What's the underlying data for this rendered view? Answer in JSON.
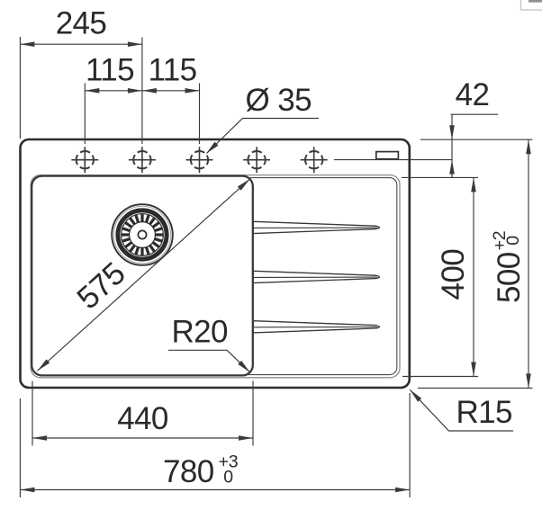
{
  "page": {
    "type": "technical-drawing",
    "subject": "kitchen sink top view with dimensions",
    "background": "#ffffff"
  },
  "labels": {
    "dim_245": "245",
    "dim_115_left": "115",
    "dim_115_right": "115",
    "hole_diameter": "Ø 35",
    "dim_42": "42",
    "diag_575": "575",
    "radius_bowl": "R20",
    "dim_400": "400",
    "dim_500": "500",
    "dim_500_tol_plus": "+2",
    "dim_500_tol_minus": "0",
    "dim_440": "440",
    "dim_780": "780",
    "dim_780_tol_plus": "+3",
    "dim_780_tol_minus": "0",
    "radius_outer": "R15"
  },
  "colors": {
    "line": "#3a3a3a",
    "outline": "#2e2e2e",
    "text": "#2a2a2a",
    "tray_edge": "#8c8c8c",
    "thumb_border": "#c6c6c6",
    "thumb_fill": "#8f8f8f"
  }
}
